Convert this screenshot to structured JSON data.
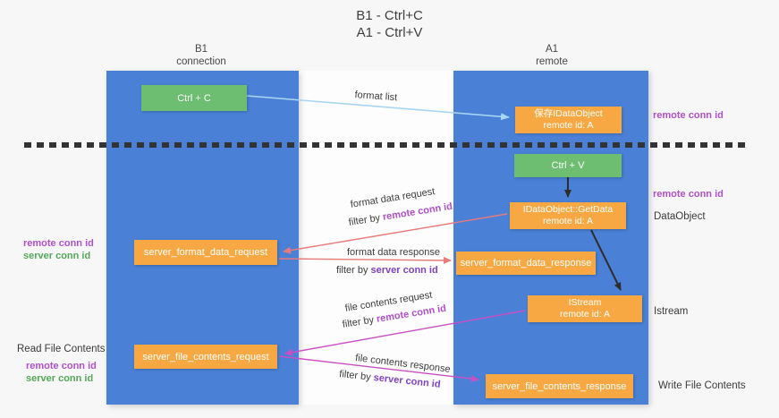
{
  "title": {
    "line1": "B1 - Ctrl+C",
    "line2": "A1 - Ctrl+V"
  },
  "lanes": {
    "left": {
      "name": "B1",
      "subtitle": "connection"
    },
    "right": {
      "name": "A1",
      "subtitle": "remote"
    }
  },
  "nodes": {
    "ctrl_c": {
      "label": "Ctrl + C"
    },
    "ctrl_v": {
      "label": "Ctrl + V"
    },
    "save_dataobject": {
      "line1": "保存IDataObject",
      "line2": "remote id: A"
    },
    "getdata": {
      "line1": "IDataObject::GetData",
      "line2": "remote id: A"
    },
    "istream": {
      "line1": "IStream",
      "line2": "remote id: A"
    },
    "server_format_data_request": {
      "label": "server_format_data_request"
    },
    "server_format_data_response": {
      "label": "server_format_data_response"
    },
    "server_file_contents_request": {
      "label": "server_file_contents_request"
    },
    "server_file_contents_response": {
      "label": "server_file_contents_response"
    }
  },
  "flows": {
    "format_list": {
      "label": "format list"
    },
    "format_data_request": {
      "label": "format data request",
      "filter_prefix": "filter by ",
      "filter_key": "remote conn id"
    },
    "format_data_response": {
      "label": "format data response",
      "filter_prefix": "filter by ",
      "filter_key": "server conn id"
    },
    "file_contents_request": {
      "label": "file contents request",
      "filter_prefix": "filter by ",
      "filter_key": "remote conn id"
    },
    "file_contents_response": {
      "label": "file contents response",
      "filter_prefix": "filter by ",
      "filter_key": "server conn id"
    }
  },
  "annotations": {
    "right": {
      "remote_conn_top": "remote conn id",
      "remote_conn_mid": "remote conn id",
      "dataobject": "DataObject",
      "istream": "Istream",
      "write_file_contents": "Write File Contents"
    },
    "left": {
      "remote_conn_top": "remote conn id",
      "server_conn_top": "server conn id",
      "read_file_contents": "Read File Contents",
      "remote_conn_bottom": "remote conn id",
      "server_conn_bottom": "server conn id"
    }
  },
  "colors": {
    "lane_blue": "#4a81d6",
    "node_green": "#6dbe70",
    "node_orange": "#f8a843",
    "arrow_light_blue": "#a9d6f2",
    "arrow_black": "#2d2d2d",
    "arrow_red": "#e87a7a",
    "arrow_magenta": "#ca4fc4",
    "remote_conn_text": "#b050cc",
    "server_conn_purple": "#7e43c5",
    "server_conn_green": "#55a85a"
  }
}
